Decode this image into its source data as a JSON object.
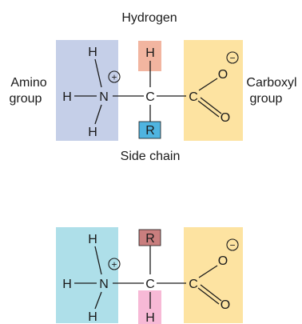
{
  "labels": {
    "hydrogen": "Hydrogen",
    "amino_line1": "Amino",
    "amino_line2": "group",
    "carboxyl_line1": "Carboxyl",
    "carboxyl_line2": "group",
    "side_chain": "Side chain"
  },
  "atoms": {
    "H": "H",
    "N": "N",
    "C": "C",
    "O": "O",
    "R": "R",
    "plus": "+",
    "minus": "−"
  },
  "colors": {
    "amino_top": "#c5cfe8",
    "amino_bottom": "#aedfe9",
    "hydrogen_top": "#f2b5a0",
    "hydrogen_bottom": "#f7b9d6",
    "r_top": "#4fb4e0",
    "r_bottom": "#c97e7e",
    "carboxyl": "#fde3a1"
  }
}
